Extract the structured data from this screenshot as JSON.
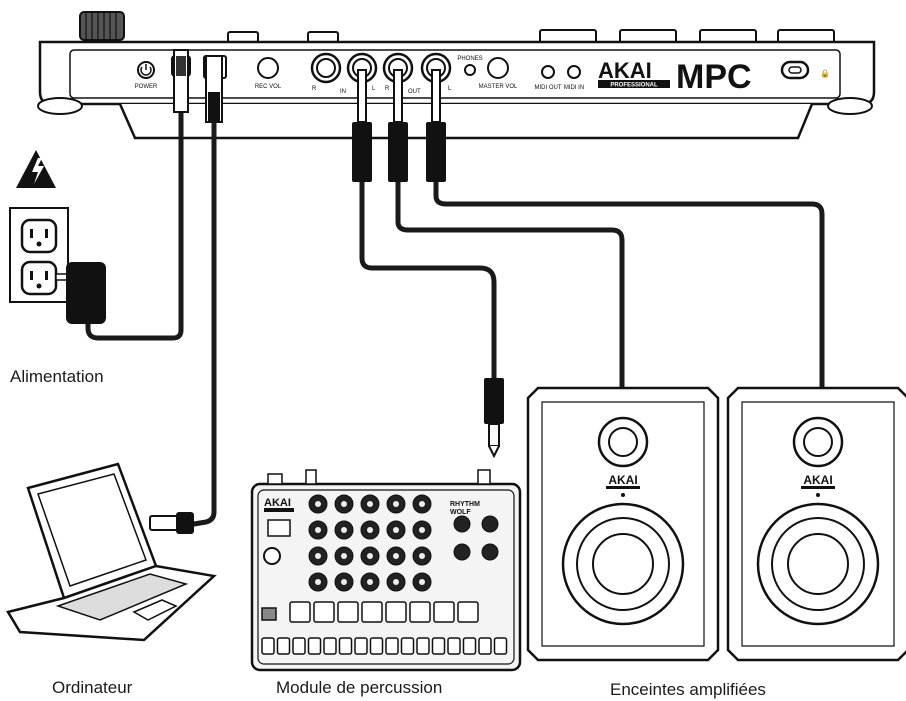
{
  "labels": {
    "power": "Alimentation",
    "computer": "Ordinateur",
    "drum_module": "Module de percussion",
    "speakers": "Enceintes amplifiées"
  },
  "device": {
    "brand": "AKAI",
    "brand_sub": "PROFESSIONAL",
    "model": "MPC",
    "ports": {
      "power": "POWER",
      "rec_vol": "REC VOL",
      "in": "IN",
      "r": "R",
      "l": "L",
      "out": "OUT",
      "phones": "PHONES",
      "master_vol": "MASTER VOL",
      "midi_out": "MIDI OUT",
      "midi_in": "MIDI IN"
    }
  },
  "drum_module": {
    "brand": "AKAI",
    "name_line1": "RHYTHM",
    "name_line2": "WOLF"
  },
  "speaker": {
    "brand": "AKAI"
  },
  "colors": {
    "line": "#111111",
    "cable": "#1a1a1a",
    "panel": "#f4f4f4",
    "warning": "#111111"
  }
}
